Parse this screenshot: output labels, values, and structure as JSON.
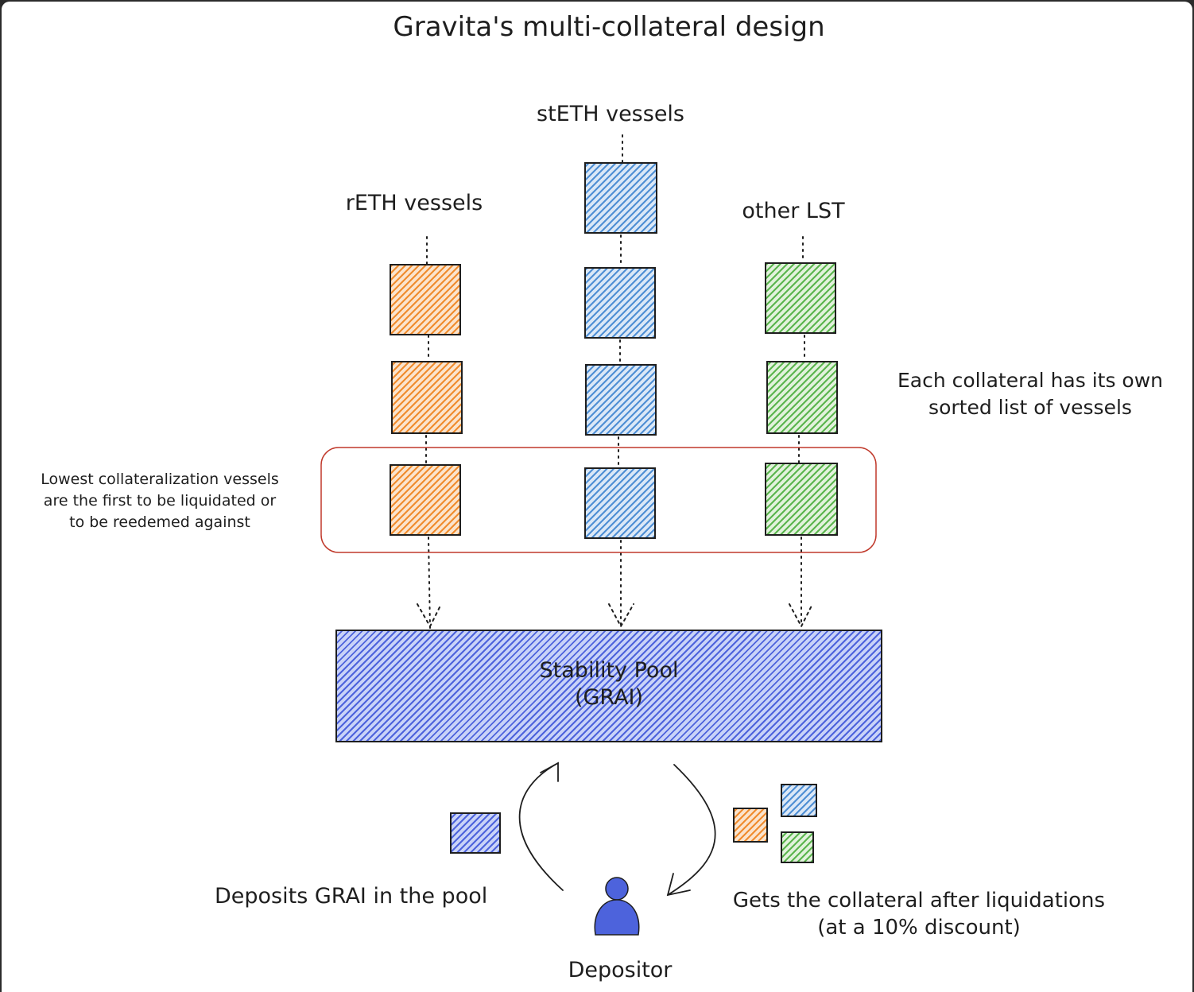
{
  "title": "Gravita's multi-collateral design",
  "columns": [
    {
      "id": "reth",
      "label": "rETH vessels",
      "color": "#f08c2e"
    },
    {
      "id": "steth",
      "label": "stETH vessels",
      "color": "#4f8fd4"
    },
    {
      "id": "other",
      "label": "other LST",
      "color": "#5bb54e"
    }
  ],
  "notes": {
    "sorted_line1": "Each collateral has its own",
    "sorted_line2": "sorted list of vessels",
    "lowest_line1": "Lowest collateralization vessels",
    "lowest_line2": "are the first to be liquidated or",
    "lowest_line3": "to be reedemed against"
  },
  "pool": {
    "line1": "Stability Pool",
    "line2": "(GRAI)",
    "color": "#4d63dc"
  },
  "deposit_label": "Deposits GRAI in the pool",
  "collateral_label_line1": "Gets the collateral after liquidations",
  "collateral_label_line2": "(at a 10% discount)",
  "depositor_label": "Depositor",
  "highlight_color": "#c0392b"
}
